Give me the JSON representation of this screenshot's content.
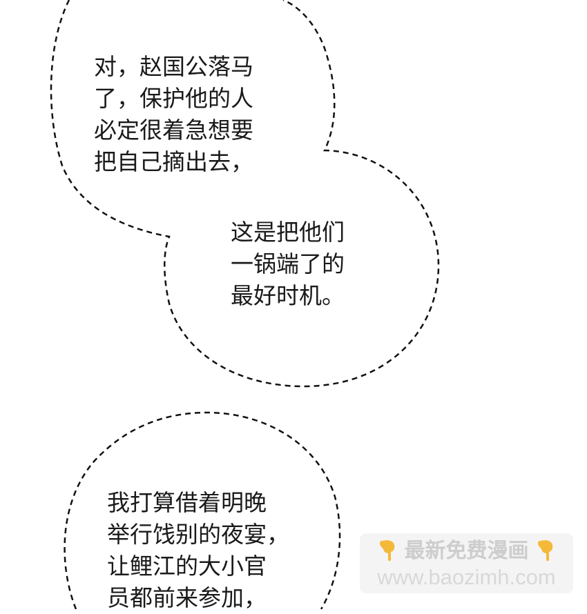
{
  "bubbles": [
    {
      "id": "bubble-1",
      "lines": [
        "对，赵国公落马",
        "了，保护他的人",
        "必定很着急想要",
        "把自己摘出去，"
      ]
    },
    {
      "id": "bubble-2",
      "lines": [
        "这是把他们",
        "一锅端了的",
        "最好时机。"
      ]
    },
    {
      "id": "bubble-3",
      "lines": [
        "我打算借着明晚",
        "举行饯别的夜宴，",
        "让鲤江的大小官",
        "员都前来参加，"
      ]
    }
  ],
  "watermark": {
    "title": "最新免费漫画",
    "url": "www.baozimh.com",
    "icon_left": "pointing-down-hand-icon",
    "icon_right": "pointing-down-hand-icon",
    "icon_color": "#f5b93a",
    "background": "#f4f4f4"
  },
  "colors": {
    "outline": "#111111",
    "text": "#1a1a1a",
    "background": "#ffffff"
  }
}
